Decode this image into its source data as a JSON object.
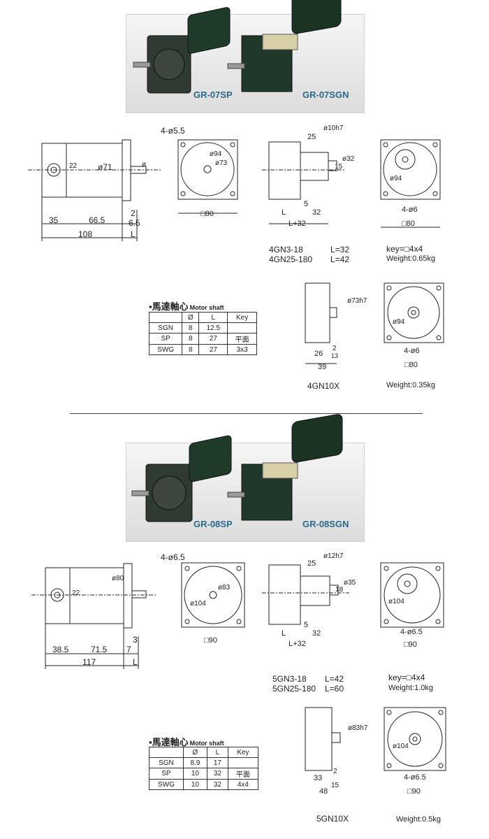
{
  "section1": {
    "photo_labels": [
      "GR-07SP",
      "GR-07SGN"
    ],
    "side_view": {
      "dims": [
        "35",
        "66.5",
        "108",
        "2",
        "6.5",
        "L",
        "22",
        "ø71",
        "ø"
      ]
    },
    "flange_view": {
      "hole_label": "4-ø5.5",
      "dia1": "ø94",
      "dia2": "ø73",
      "square": "□80"
    },
    "gear_side": {
      "dims": [
        "25",
        "ø10h7",
        "ø32",
        "15",
        "L",
        "5",
        "32",
        "L+32"
      ]
    },
    "gear_front": {
      "dia": "ø94",
      "holes": "4-ø6",
      "square": "□80"
    },
    "models": [
      {
        "name": "4GN3-18",
        "l": "L=32"
      },
      {
        "name": "4GN25-180",
        "l": "L=42"
      }
    ],
    "key": "key=□4x4",
    "weight": "Weight:0.65kg",
    "shaft_title": "▪馬達軸心",
    "shaft_sub": "Motor shaft",
    "shaft_headers": [
      "",
      "Ø",
      "L",
      "Key"
    ],
    "shaft_rows": [
      [
        "SGN",
        "8",
        "12.5",
        ""
      ],
      [
        "SP",
        "8",
        "27",
        "平面"
      ],
      [
        "SWG",
        "8",
        "27",
        "3x3"
      ]
    ],
    "dec_side": {
      "dims": [
        "ø73h7",
        "26",
        "2",
        "13",
        "39"
      ]
    },
    "dec_front": {
      "dia": "ø94",
      "holes": "4-ø6",
      "square": "□80"
    },
    "dec_model": "4GN10X",
    "dec_weight": "Weight:0.35kg"
  },
  "section2": {
    "photo_labels": [
      "GR-08SP",
      "GR-08SGN"
    ],
    "side_view": {
      "dims": [
        "38.5",
        "71.5",
        "117",
        "3",
        "7",
        "L",
        "22",
        "ø80"
      ]
    },
    "flange_view": {
      "hole_label": "4-ø6.5",
      "dia1": "ø104",
      "dia2": "ø83",
      "square": "□90"
    },
    "gear_side": {
      "dims": [
        "25",
        "ø12h7",
        "ø35",
        "18",
        "L",
        "5",
        "32",
        "L+32"
      ]
    },
    "gear_front": {
      "dia": "ø104",
      "holes": "4-ø6.5",
      "square": "□90"
    },
    "models": [
      {
        "name": "5GN3-18",
        "l": "L=42"
      },
      {
        "name": "5GN25-180",
        "l": "L=60"
      }
    ],
    "key": "key=□4x4",
    "weight": "Weight:1.0kg",
    "shaft_title": "▪馬達軸心",
    "shaft_sub": "Motor shaft",
    "shaft_headers": [
      "",
      "Ø",
      "L",
      "Key"
    ],
    "shaft_rows": [
      [
        "SGN",
        "8.9",
        "17",
        ""
      ],
      [
        "SP",
        "10",
        "32",
        "平面"
      ],
      [
        "SWG",
        "10",
        "32",
        "4x4"
      ]
    ],
    "dec_side": {
      "dims": [
        "ø83h7",
        "33",
        "2",
        "15",
        "48"
      ]
    },
    "dec_front": {
      "dia": "ø104",
      "holes": "4-ø6.5",
      "square": "□90"
    },
    "dec_model": "5GN10X",
    "dec_weight": "Weight:0.5kg"
  }
}
